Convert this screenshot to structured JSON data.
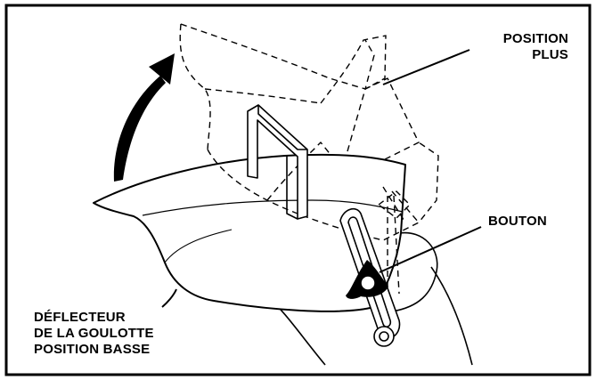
{
  "labels": {
    "position_plus": [
      "POSITION",
      "PLUS"
    ],
    "bouton": "BOUTON",
    "deflecteur": [
      "DÉFLECTEUR",
      "DE LA GOULOTTE",
      "POSITION BASSE"
    ]
  },
  "colors": {
    "ink": "#000000",
    "background": "#ffffff"
  }
}
